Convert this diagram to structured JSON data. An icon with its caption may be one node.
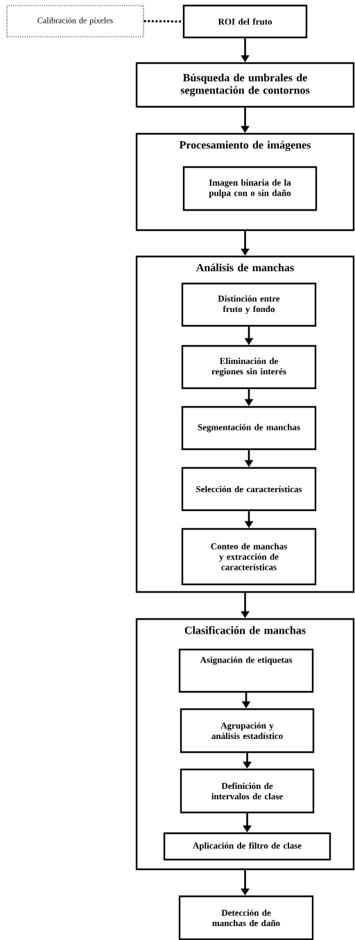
{
  "diagram": {
    "nodes": [
      {
        "text": [
          "Calibración de píxeles"
        ]
      },
      {
        "text": [
          "ROI del fruto"
        ]
      },
      {
        "text": [
          "Búsqueda de umbrales de segmentación de contornos"
        ]
      },
      {
        "text": [
          "Procesamiento de imágenes"
        ]
      },
      {
        "text": [
          "Imagen binaria de la pulpa con o sin daño"
        ],
        "in": 3
      },
      {
        "text": [
          "Análisis de manchas"
        ]
      },
      {
        "text": [
          "Distinción entre fruto y fondo"
        ],
        "in": 5
      },
      {
        "text": [
          "Eliminación de regiones sin interés"
        ],
        "in": 5
      },
      {
        "text": [
          "Segmentación de manchas"
        ],
        "in": 5
      },
      {
        "text": [
          "Selección de características"
        ],
        "in": 5
      },
      {
        "text": [
          "Conteo de manchas y extracción de características"
        ],
        "in": 5
      },
      {
        "text": [
          "Clasificación de manchas"
        ]
      },
      {
        "text": [
          "Asignación de etiquetas"
        ],
        "in": 11
      },
      {
        "text": [
          "Agrupación y análisis estadístico"
        ],
        "in": 11
      },
      {
        "text": [
          "Definición de intervalos de clase"
        ],
        "in": 11
      },
      {
        "text": [
          "Aplicación de filtro de clase"
        ],
        "in": 11
      },
      {
        "text": [
          "Detección de manchas de daño"
        ]
      }
    ],
    "edges": [
      {
        "from": 0,
        "to": 1,
        "arrow": "none",
        "style": "dashed"
      },
      {
        "from": 1,
        "to": 2,
        "arrow": "to"
      },
      {
        "from": 2,
        "to": 3,
        "arrow": "to"
      },
      {
        "from": 3,
        "to": 5,
        "arrow": "to"
      },
      {
        "from": 6,
        "to": 7,
        "arrow": "to"
      },
      {
        "from": 7,
        "to": 8,
        "arrow": "to"
      },
      {
        "from": 8,
        "to": 9,
        "arrow": "to"
      },
      {
        "from": 9,
        "to": 10,
        "arrow": "to"
      },
      {
        "from": 5,
        "to": 11,
        "arrow": "to"
      },
      {
        "from": 12,
        "to": 13,
        "arrow": "to"
      },
      {
        "from": 13,
        "to": 14,
        "arrow": "to"
      },
      {
        "from": 14,
        "to": 15,
        "arrow": "to"
      },
      {
        "from": 11,
        "to": 16,
        "arrow": "to"
      }
    ]
  }
}
